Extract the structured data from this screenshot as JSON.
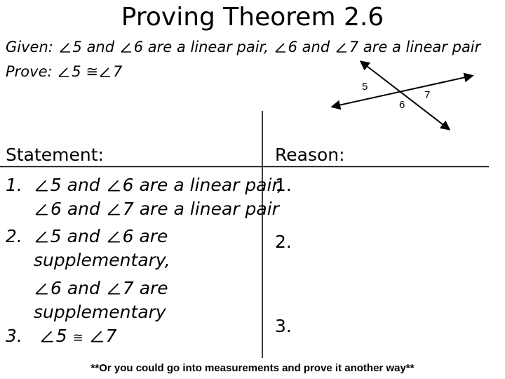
{
  "title": "Proving Theorem 2.6",
  "given": {
    "label": "Given:",
    "a1": "5 and",
    "a2": "6 are a linear pair,",
    "a3": "6 and",
    "a4": "7 are a linear pair"
  },
  "prove": {
    "label": "Prove:",
    "a1": "5",
    "a2": "7"
  },
  "diagram": {
    "label_5": "5",
    "label_6": "6",
    "label_7": "7"
  },
  "table": {
    "statement_header": "Statement:",
    "reason_header": "Reason:",
    "statements": {
      "s1_num": "1.",
      "s1_a": "5 and",
      "s1_b": "6 are a linear pair,",
      "s1_c": "6 and",
      "s1_d": "7 are a linear pair",
      "s2_num": "2.",
      "s2_a": "5 and",
      "s2_b": "6 are",
      "s2_c": "supplementary,",
      "s2_d": "6 and",
      "s2_e": "7 are",
      "s2_f": "supplementary",
      "s3_num": "3.",
      "s3_a": "5",
      "s3_b": "7"
    },
    "reasons": {
      "r1": "1.",
      "r2": "2.",
      "r3": "3."
    }
  },
  "footnote": "**Or you could go into measurements and prove it another way**",
  "symbols": {
    "congruent": "≅"
  }
}
